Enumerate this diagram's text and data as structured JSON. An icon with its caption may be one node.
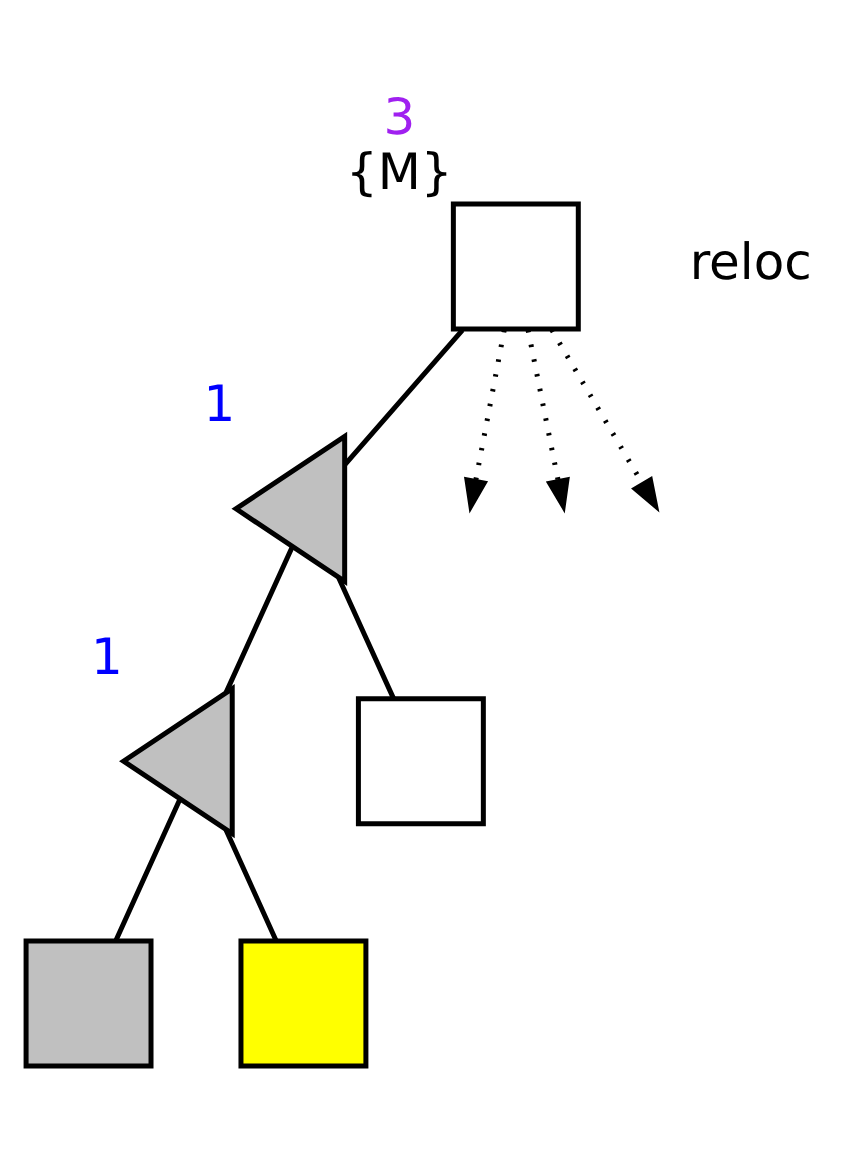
{
  "diagram": {
    "nodes": [
      {
        "text": [],
        "shape": "box",
        "beside": [
          "3",
          "{M}"
        ]
      },
      {
        "text": [],
        "shape": "triangle",
        "beside": [
          "1"
        ]
      },
      {
        "text": [],
        "shape": "triangle",
        "beside": [
          "1"
        ]
      },
      {
        "text": [],
        "shape": "box"
      },
      {
        "text": [],
        "shape": "box"
      },
      {
        "text": [],
        "shape": "box"
      }
    ],
    "edges": [
      {
        "from": 0,
        "to": 1,
        "arrow": "none"
      },
      {
        "from": 1,
        "to": 2,
        "arrow": "none"
      },
      {
        "from": 1,
        "to": 3,
        "arrow": "none"
      },
      {
        "from": 2,
        "to": 4,
        "arrow": "none"
      },
      {
        "from": 2,
        "to": 5,
        "arrow": "none"
      },
      {
        "from": 0,
        "to": null,
        "arrow": "to",
        "style": "dashed"
      },
      {
        "from": 0,
        "to": null,
        "arrow": "to",
        "style": "dashed"
      },
      {
        "from": 0,
        "to": null,
        "arrow": "to",
        "style": "dashed"
      }
    ],
    "labels": [
      "reloc"
    ]
  }
}
